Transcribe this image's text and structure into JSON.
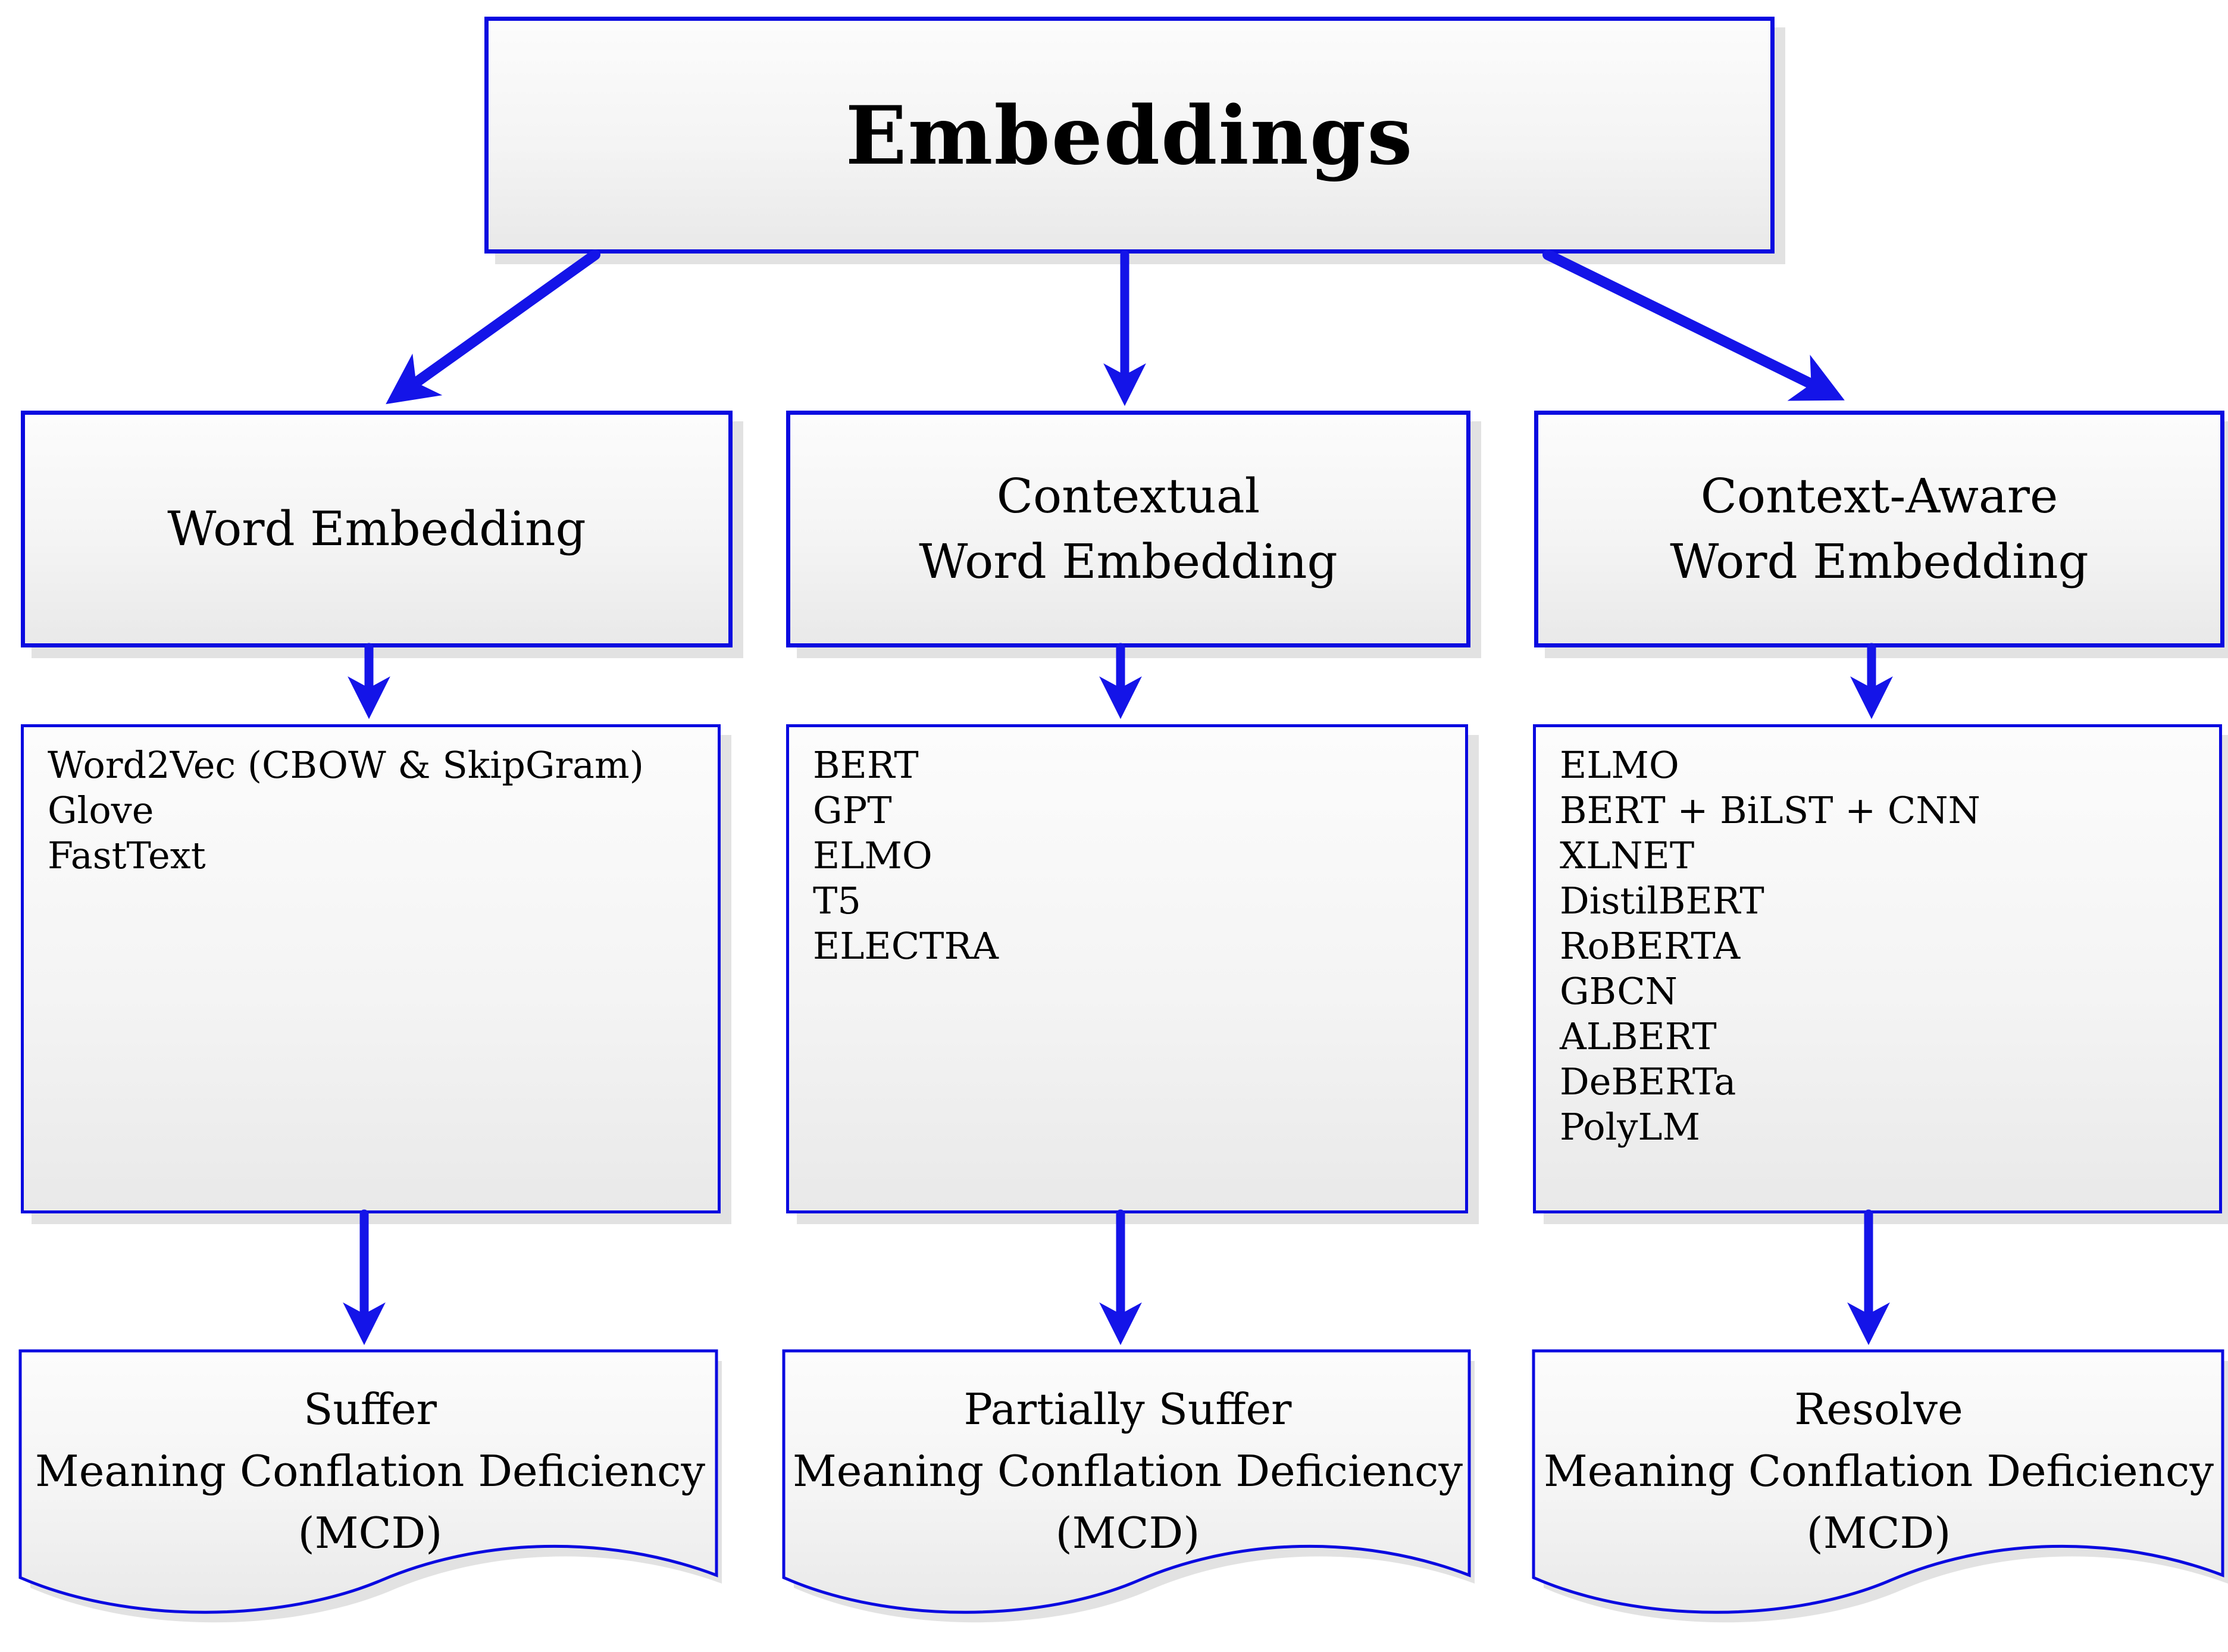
{
  "figure": {
    "title": "Embeddings",
    "columns": [
      {
        "category_lines": [
          "Word Embedding"
        ],
        "models": [
          "Word2Vec (CBOW & SkipGram)",
          "Glove",
          "FastText"
        ],
        "outcome_lines": [
          "Suffer",
          "Meaning Conflation Deficiency",
          "(MCD)"
        ]
      },
      {
        "category_lines": [
          "Contextual",
          "Word Embedding"
        ],
        "models": [
          "BERT",
          "GPT",
          "ELMO",
          "T5",
          "ELECTRA"
        ],
        "outcome_lines": [
          "Partially Suffer",
          "Meaning Conflation Deficiency",
          "(MCD)"
        ]
      },
      {
        "category_lines": [
          "Context-Aware",
          "Word Embedding"
        ],
        "models": [
          "ELMO",
          "BERT + BiLST + CNN",
          "XLNET",
          "DistilBERT",
          "RoBERTA",
          "GBCN",
          "ALBERT",
          "DeBERTa",
          "PolyLM"
        ],
        "outcome_lines": [
          "Resolve",
          "Meaning Conflation Deficiency",
          "(MCD)"
        ]
      }
    ],
    "colors": {
      "border_blue": "#0a0ae0",
      "arrow_blue": "#1414e8",
      "shadow_gray": "#e2e2e2"
    }
  }
}
